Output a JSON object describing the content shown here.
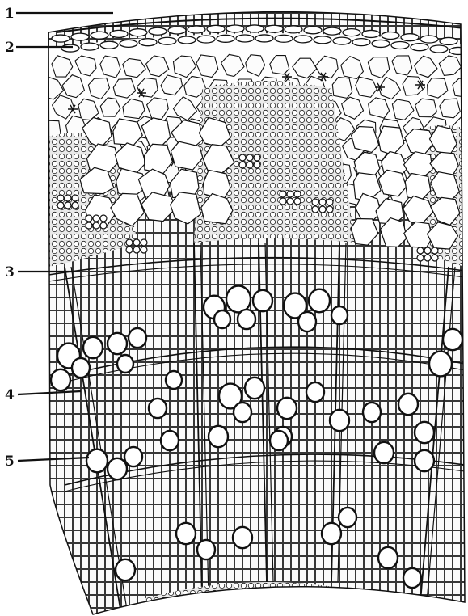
{
  "figure": {
    "labels": [
      {
        "id": "1",
        "text": "1"
      },
      {
        "id": "2",
        "text": "2"
      },
      {
        "id": "3",
        "text": "3"
      },
      {
        "id": "4",
        "text": "4"
      },
      {
        "id": "5",
        "text": "5"
      }
    ],
    "colors": {
      "ink": "#111111",
      "paper": "#ffffff",
      "cell_fill": "#fbfbfb",
      "dense_fill": "#d9d9d9"
    }
  }
}
